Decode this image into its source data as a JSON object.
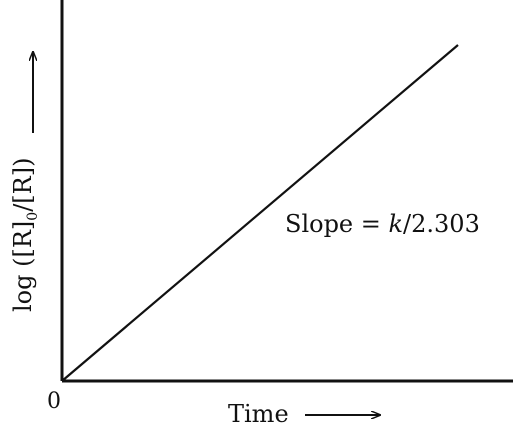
{
  "chart_data": {
    "type": "line",
    "x_label": "Time",
    "y_label_parts": {
      "prefix": "log ([R]",
      "subscript": "0",
      "suffix": "/[R])"
    },
    "origin_label": "0",
    "annotation": {
      "prefix": "Slope = ",
      "italic": "k",
      "suffix": "/2.303"
    },
    "series": [
      {
        "x": [
          0,
          1
        ],
        "y": [
          0,
          1
        ]
      }
    ],
    "grid": false,
    "colors": {
      "line": "#111111",
      "axes": "#111111",
      "text": "#111111"
    }
  }
}
